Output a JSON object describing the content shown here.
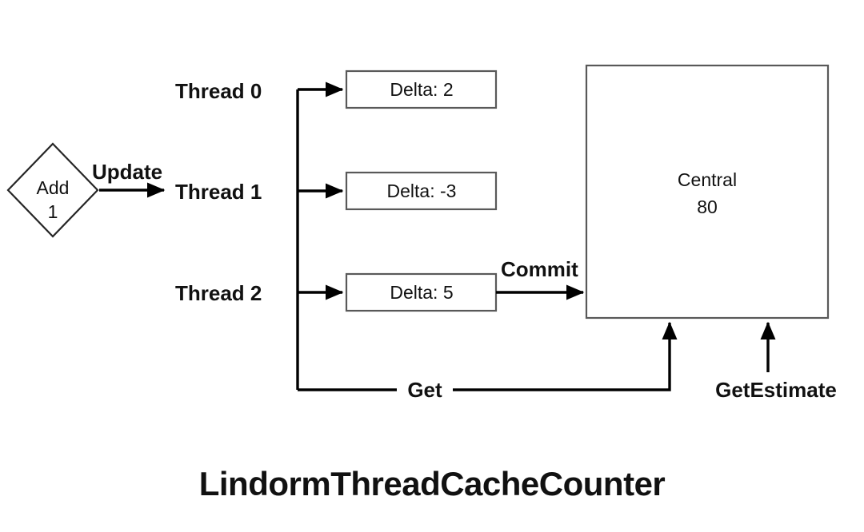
{
  "figure": {
    "caption": "LindormThreadCacheCounter",
    "background_color": "#ffffff",
    "line_color": "#000000",
    "box_border_color": "#595959",
    "text_color": "#111111"
  },
  "source_node": {
    "label_line1": "Add",
    "label_line2": "1",
    "shape": "diamond"
  },
  "edges": {
    "update": "Update",
    "commit": "Commit",
    "get": "Get",
    "get_estimate": "GetEstimate"
  },
  "threads": [
    {
      "label": "Thread 0",
      "delta_label": "Delta: 2"
    },
    {
      "label": "Thread 1",
      "delta_label": "Delta: -3"
    },
    {
      "label": "Thread 2",
      "delta_label": "Delta: 5"
    }
  ],
  "central": {
    "title": "Central",
    "value": "80"
  }
}
